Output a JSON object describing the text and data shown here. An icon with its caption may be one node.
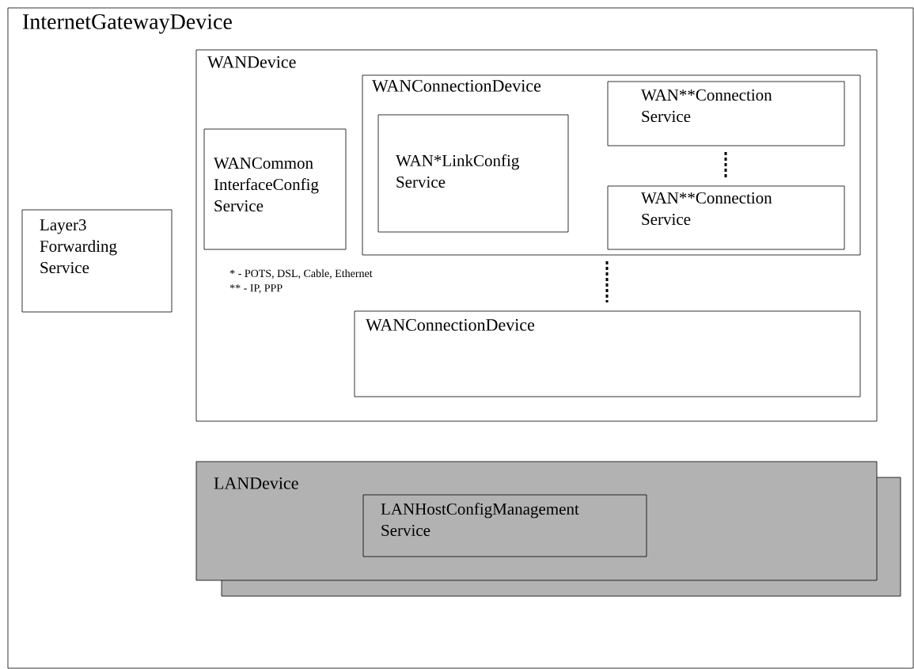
{
  "diagram": {
    "nodes": [
      {
        "text": [
          "InternetGatewayDevice"
        ]
      },
      {
        "text": [
          "Layer3 Forwarding Service"
        ],
        "in": 0
      },
      {
        "text": [
          "WANDevice"
        ],
        "in": 0
      },
      {
        "text": [
          "WANCommon InterfaceConfig Service"
        ],
        "in": 2
      },
      {
        "text": [
          "WANConnectionDevice"
        ],
        "in": 2
      },
      {
        "text": [
          "WAN*LinkConfig Service"
        ],
        "in": 4
      },
      {
        "text": [
          "WAN**Connection Service"
        ],
        "in": 4
      },
      {
        "text": [
          "WAN**Connection Service"
        ],
        "in": 4
      },
      {
        "text": [
          "WANConnectionDevice"
        ],
        "in": 2
      },
      {
        "text": [
          "LANDevice"
        ],
        "in": 0
      },
      {
        "text": [
          "LANHostConfigManagement Service"
        ],
        "in": 9
      }
    ],
    "labels": [
      "* - POTS, DSL, Cable, Ethernet",
      "** - IP, PPP"
    ]
  }
}
